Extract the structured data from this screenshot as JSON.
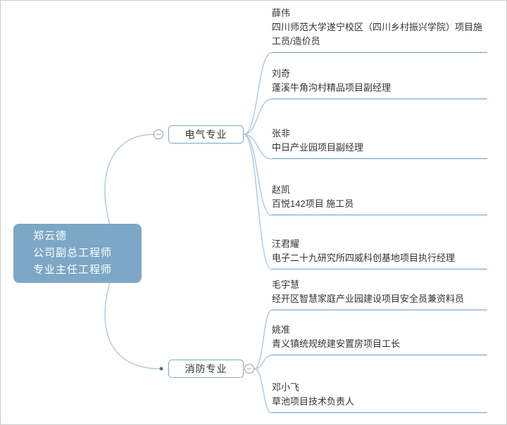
{
  "root": {
    "lines": [
      "郑云德",
      "公司副总工程师",
      "专业主任工程师"
    ]
  },
  "branches": [
    {
      "label": "电气专业",
      "leaves": [
        {
          "name": "薛伟",
          "desc": "四川师范大学遂宁校区（四川乡村振兴学院）项目施工员/造价员"
        },
        {
          "name": "刘奇",
          "desc": "蓬溪牛角沟村精品项目副经理"
        },
        {
          "name": "张非",
          "desc": "中日产业园项目副经理"
        },
        {
          "name": "赵凯",
          "desc": "百悦142项目 施工员"
        },
        {
          "name": "汪君耀",
          "desc": "电子二十九研究所四威科创基地项目执行经理"
        }
      ]
    },
    {
      "label": "消防专业",
      "leaves": [
        {
          "name": "毛宇慧",
          "desc": "经开区智慧家庭产业园建设项目安全员兼资料员"
        },
        {
          "name": "姚准",
          "desc": "青义镇统规统建安置房项目工长"
        },
        {
          "name": "邓小飞",
          "desc": "草池项目技术负责人"
        }
      ]
    }
  ],
  "icons": {
    "collapse": "−"
  },
  "colors": {
    "node-fill": "#7da7c6",
    "branch-border": "#7da7c6",
    "underline": "#6f9bbd",
    "connector": "#b3cbde",
    "collapse": "#9a9a9a"
  }
}
